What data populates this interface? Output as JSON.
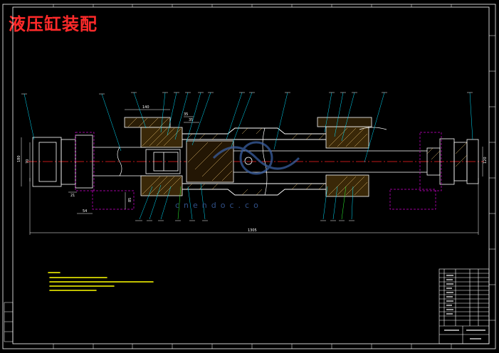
{
  "title": "液压缸装配",
  "dimensions": {
    "d1": "140",
    "d2": "35",
    "d3": "35",
    "d4": "180",
    "d5": "70",
    "d6": "21",
    "d7": "54",
    "d8": "85",
    "d9": "1305",
    "d10": "120"
  },
  "watermark": "cnendoc.co",
  "colors": {
    "frame": "#ffffff",
    "outline": "#ffffff",
    "hatch": "#e8c070",
    "centerline": "#ff2020",
    "hidden": "#d000d0",
    "leader": "#00e0ff",
    "leader_green": "#30ff30",
    "notes": "#ffff00",
    "title": "#ff2a2a"
  }
}
